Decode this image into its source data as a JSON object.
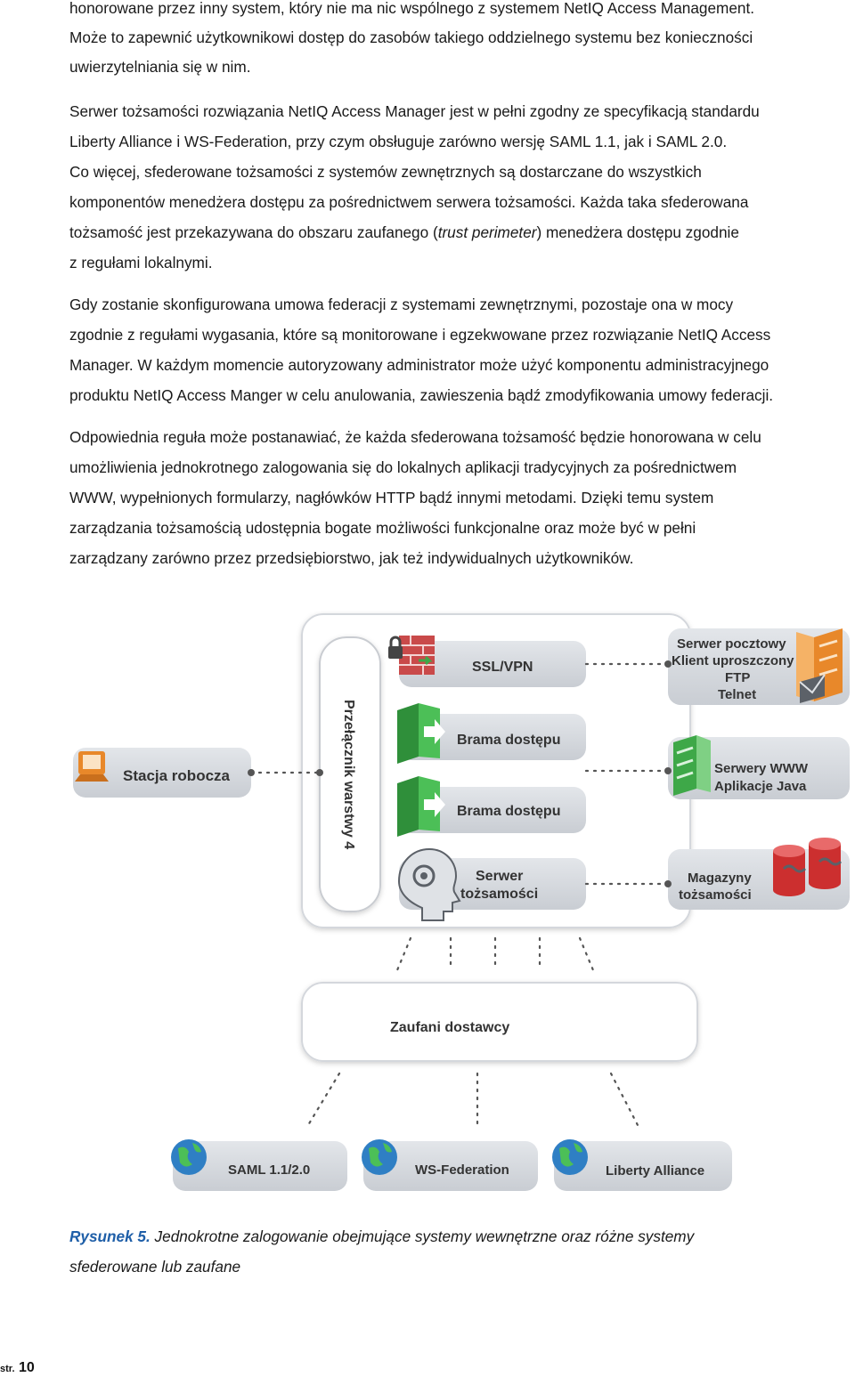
{
  "body": {
    "p0": [
      "honorowane przez inny system, który nie ma nic wspólnego z systemem NetIQ Access Management.",
      "Może to zapewnić użytkownikowi dostęp do zasobów takiego oddzielnego systemu bez konieczności",
      "uwierzytelniania się w nim."
    ],
    "p1": [
      "Serwer tożsamości rozwiązania NetIQ Access Manager jest w pełni zgodny ze specyfikacją standardu",
      "Liberty Alliance i WS-Federation, przy czym obsługuje zarówno wersję SAML 1.1, jak i SAML 2.0.",
      "Co więcej, sfederowane tożsamości z systemów zewnętrznych są dostarczane do wszystkich",
      "komponentów menedżera dostępu za pośrednictwem serwera tożsamości. Każda taka sfederowana"
    ],
    "p1_line5_before": "tożsamość jest przekazywana do obszaru zaufanego (",
    "p1_line5_italic": "trust perimeter",
    "p1_line5_after": ") menedżera dostępu zgodnie",
    "p1_line6": "z regułami lokalnymi.",
    "p2": [
      "Gdy zostanie skonfigurowana umowa federacji z systemami zewnętrznymi, pozostaje ona w mocy",
      "zgodnie z regułami wygasania, które są monitorowane i egzekwowane przez rozwiązanie NetIQ Access",
      "Manager. W każdym momencie autoryzowany administrator może użyć komponentu administracyjnego",
      "produktu NetIQ Access Manger w celu anulowania, zawieszenia bądź zmodyfikowania umowy federacji."
    ],
    "p3": [
      "Odpowiednia reguła może postanawiać, że każda sfederowana tożsamość będzie honorowana w celu",
      "umożliwienia jednokrotnego zalogowania się do lokalnych aplikacji tradycyjnych za pośrednictwem",
      "WWW, wypełnionych formularzy, nagłówków HTTP bądź innymi metodami. Dzięki temu system",
      "zarządzania tożsamością udostępnia bogate możliwości funkcjonalne oraz może być w pełni",
      "zarządzany zarówno przez przedsiębiorstwo, jak też indywidualnych użytkowników."
    ]
  },
  "diagram": {
    "workstation": "Stacja robocza",
    "switch_label": "Przełącznik warstwy 4",
    "ssl_vpn": "SSL/VPN",
    "gateway1": "Brama dostępu",
    "gateway2": "Brama dostępu",
    "identity_server_1": "Serwer",
    "identity_server_2": "tożsamości",
    "mail_1": "Serwer pocztowy",
    "mail_2": "Klient uproszczony",
    "mail_3": "FTP",
    "mail_4": "Telnet",
    "web_1": "Serwery WWW",
    "web_2": "Aplikacje Java",
    "stores_1": "Magazyny",
    "stores_2": "tożsamości",
    "trusted": "Zaufani dostawcy",
    "saml": "SAML 1.1/2.0",
    "wsfed": "WS-Federation",
    "liberty": "Liberty Alliance"
  },
  "caption": {
    "label": "Rysunek 5.",
    "text_line1": " Jednokrotne zalogowanie obejmujące systemy wewnętrzne oraz różne systemy",
    "text_line2": "sfederowane lub zaufane"
  },
  "footer": {
    "prefix": "str.",
    "page": "10"
  },
  "colors": {
    "caption_blue": "#1f5fa8",
    "box_gray": "#d8dbe0",
    "green": "#3ea848",
    "red": "#cc2f2f",
    "orange": "#e8882a"
  }
}
